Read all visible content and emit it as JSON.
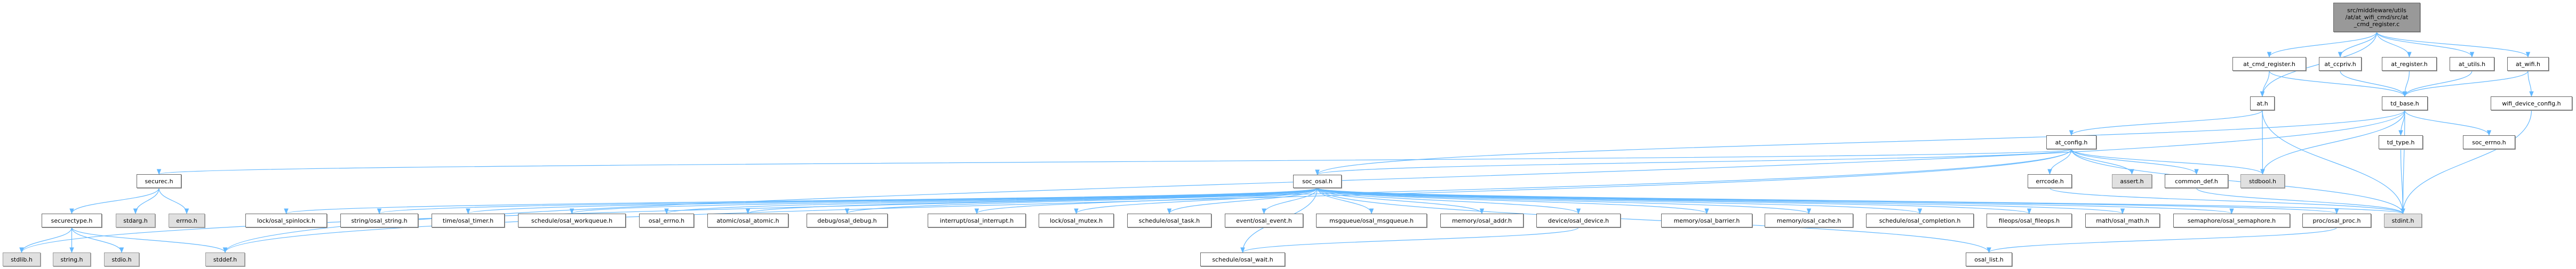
{
  "edge_color": "#63b8ff",
  "nodes": {
    "root": {
      "label": "src/middleware/utils /at/at_wifi_cmd/src/at _cmd_register.c",
      "kind": "root"
    },
    "at_cmd_register": {
      "label": "at_cmd_register.h"
    },
    "at_ccpriv": {
      "label": "at_ccpriv.h"
    },
    "at_register": {
      "label": "at_register.h"
    },
    "at_utils": {
      "label": "at_utils.h"
    },
    "at_wifi": {
      "label": "at_wifi.h"
    },
    "at": {
      "label": "at.h"
    },
    "td_base": {
      "label": "td_base.h"
    },
    "wifi_device_config": {
      "label": "wifi_device_config.h"
    },
    "at_config": {
      "label": "at_config.h"
    },
    "td_type": {
      "label": "td_type.h"
    },
    "soc_errno": {
      "label": "soc_errno.h"
    },
    "securec": {
      "label": "securec.h"
    },
    "soc_osal": {
      "label": "soc_osal.h"
    },
    "errcode": {
      "label": "errcode.h"
    },
    "assert": {
      "label": "assert.h",
      "kind": "ext"
    },
    "common_def": {
      "label": "common_def.h"
    },
    "stdbool": {
      "label": "stdbool.h",
      "kind": "ext"
    },
    "securetype": {
      "label": "securectype.h"
    },
    "stdarg": {
      "label": "stdarg.h",
      "kind": "ext"
    },
    "errno": {
      "label": "errno.h",
      "kind": "ext"
    },
    "spinlock": {
      "label": "lock/osal_spinlock.h"
    },
    "osal_string": {
      "label": "string/osal_string.h"
    },
    "timer": {
      "label": "time/osal_timer.h"
    },
    "workqueue": {
      "label": "schedule/osal_workqueue.h"
    },
    "osal_errno": {
      "label": "osal_errno.h"
    },
    "atomic": {
      "label": "atomic/osal_atomic.h"
    },
    "debug": {
      "label": "debug/osal_debug.h"
    },
    "interrupt": {
      "label": "interrupt/osal_interrupt.h"
    },
    "mutex": {
      "label": "lock/osal_mutex.h"
    },
    "task": {
      "label": "schedule/osal_task.h"
    },
    "event": {
      "label": "event/osal_event.h"
    },
    "msgqueue": {
      "label": "msgqueue/osal_msgqueue.h"
    },
    "addr": {
      "label": "memory/osal_addr.h"
    },
    "device": {
      "label": "device/osal_device.h"
    },
    "barrier": {
      "label": "memory/osal_barrier.h"
    },
    "cache": {
      "label": "memory/osal_cache.h"
    },
    "completion": {
      "label": "schedule/osal_completion.h"
    },
    "fileops": {
      "label": "fileops/osal_fileops.h"
    },
    "math": {
      "label": "math/osal_math.h"
    },
    "semaphore": {
      "label": "semaphore/osal_semaphore.h"
    },
    "proc": {
      "label": "proc/osal_proc.h"
    },
    "stdint": {
      "label": "stdint.h",
      "kind": "ext"
    },
    "stdlib": {
      "label": "stdlib.h",
      "kind": "ext"
    },
    "string_h": {
      "label": "string.h",
      "kind": "ext"
    },
    "stdio": {
      "label": "stdio.h",
      "kind": "ext"
    },
    "stddef": {
      "label": "stddef.h",
      "kind": "ext"
    },
    "osal_wait": {
      "label": "schedule/osal_wait.h"
    },
    "osal_list": {
      "label": "osal_list.h"
    }
  },
  "edges": [
    [
      "root",
      "at"
    ],
    [
      "root",
      "at_cmd_register"
    ],
    [
      "root",
      "at_ccpriv"
    ],
    [
      "root",
      "at_register"
    ],
    [
      "root",
      "at_utils"
    ],
    [
      "root",
      "at_wifi"
    ],
    [
      "at_cmd_register",
      "at"
    ],
    [
      "at_cmd_register",
      "td_base"
    ],
    [
      "at_ccpriv",
      "td_base"
    ],
    [
      "at_register",
      "td_base"
    ],
    [
      "at_utils",
      "td_base"
    ],
    [
      "at_wifi",
      "td_base"
    ],
    [
      "at_wifi",
      "wifi_device_config"
    ],
    [
      "at",
      "at_config"
    ],
    [
      "at",
      "stdbool"
    ],
    [
      "at",
      "stdint"
    ],
    [
      "td_base",
      "td_type"
    ],
    [
      "td_base",
      "soc_errno"
    ],
    [
      "td_base",
      "stdint"
    ],
    [
      "td_base",
      "stdbool"
    ],
    [
      "td_base",
      "soc_osal"
    ],
    [
      "td_base",
      "stddef"
    ],
    [
      "td_type",
      "stdint"
    ],
    [
      "wifi_device_config",
      "stdint"
    ],
    [
      "at_config",
      "securec"
    ],
    [
      "at_config",
      "stdlib"
    ],
    [
      "at_config",
      "stddef"
    ],
    [
      "at_config",
      "soc_osal"
    ],
    [
      "at_config",
      "errcode"
    ],
    [
      "at_config",
      "assert"
    ],
    [
      "at_config",
      "common_def"
    ],
    [
      "at_config",
      "stdbool"
    ],
    [
      "at_config",
      "stdint"
    ],
    [
      "errcode",
      "stdint"
    ],
    [
      "common_def",
      "stdint"
    ],
    [
      "securec",
      "securetype"
    ],
    [
      "securec",
      "stdarg"
    ],
    [
      "securec",
      "errno"
    ],
    [
      "securetype",
      "stdlib"
    ],
    [
      "securetype",
      "string_h"
    ],
    [
      "securetype",
      "stdio"
    ],
    [
      "securetype",
      "stddef"
    ],
    [
      "soc_osal",
      "spinlock"
    ],
    [
      "soc_osal",
      "osal_string"
    ],
    [
      "soc_osal",
      "timer"
    ],
    [
      "soc_osal",
      "workqueue"
    ],
    [
      "soc_osal",
      "osal_errno"
    ],
    [
      "soc_osal",
      "atomic"
    ],
    [
      "soc_osal",
      "debug"
    ],
    [
      "soc_osal",
      "interrupt"
    ],
    [
      "soc_osal",
      "mutex"
    ],
    [
      "soc_osal",
      "task"
    ],
    [
      "soc_osal",
      "event"
    ],
    [
      "soc_osal",
      "msgqueue"
    ],
    [
      "soc_osal",
      "addr"
    ],
    [
      "soc_osal",
      "device"
    ],
    [
      "soc_osal",
      "barrier"
    ],
    [
      "soc_osal",
      "cache"
    ],
    [
      "soc_osal",
      "completion"
    ],
    [
      "soc_osal",
      "fileops"
    ],
    [
      "soc_osal",
      "math"
    ],
    [
      "soc_osal",
      "semaphore"
    ],
    [
      "soc_osal",
      "proc"
    ],
    [
      "soc_osal",
      "stdint"
    ],
    [
      "soc_osal",
      "osal_wait"
    ],
    [
      "soc_osal",
      "osal_list"
    ],
    [
      "device",
      "osal_wait"
    ],
    [
      "proc",
      "osal_list"
    ]
  ]
}
